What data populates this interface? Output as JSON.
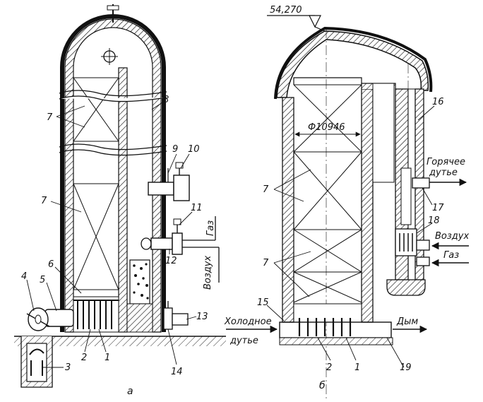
{
  "figure": {
    "left_caption": "а",
    "right_caption": "б",
    "elevation": "54,270",
    "diameter": "Ф10946",
    "left_labels": {
      "n1": "1",
      "n2": "2",
      "n3": "3",
      "n4": "4",
      "n5": "5",
      "n6": "6",
      "n7a": "7",
      "n7b": "7",
      "n8": "8",
      "n9": "9",
      "n10": "10",
      "n11": "11",
      "n12": "12",
      "n13": "13",
      "n14": "14",
      "gas": "Газ",
      "air": "Воздух"
    },
    "right_labels": {
      "n1": "1",
      "n2": "2",
      "n7a": "7",
      "n7b": "7",
      "n15": "15",
      "n16": "16",
      "n17": "17",
      "n18": "18",
      "n19": "19",
      "hot_blast_1": "Горячее",
      "hot_blast_2": "дутье",
      "air": "Воздух",
      "gas": "Газ",
      "cold_blast_1": "Холодное",
      "cold_blast_2": "дутье",
      "smoke": "Дым"
    }
  }
}
